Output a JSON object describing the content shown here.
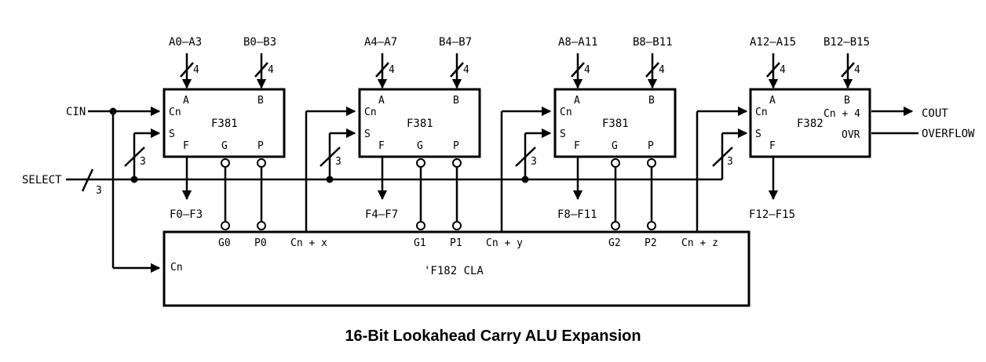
{
  "caption": "16-Bit Lookahead Carry ALU Expansion",
  "chips": [
    {
      "name": "F381",
      "pins": {
        "a": "A",
        "b": "B",
        "cn": "Cn",
        "s": "S",
        "f": "F",
        "g": "G",
        "p": "P"
      },
      "a_bus": "A0–A3",
      "b_bus": "B0–B3",
      "f_bus": "F0–F3",
      "a_width": "4",
      "b_width": "4",
      "sel_width": "3"
    },
    {
      "name": "F381",
      "pins": {
        "a": "A",
        "b": "B",
        "cn": "Cn",
        "s": "S",
        "f": "F",
        "g": "G",
        "p": "P"
      },
      "a_bus": "A4–A7",
      "b_bus": "B4–B7",
      "f_bus": "F4–F7",
      "a_width": "4",
      "b_width": "4",
      "sel_width": "3"
    },
    {
      "name": "F381",
      "pins": {
        "a": "A",
        "b": "B",
        "cn": "Cn",
        "s": "S",
        "f": "F",
        "g": "G",
        "p": "P"
      },
      "a_bus": "A8–A11",
      "b_bus": "B8–B11",
      "f_bus": "F8–F11",
      "a_width": "4",
      "b_width": "4",
      "sel_width": "3"
    },
    {
      "name": "F382",
      "pins": {
        "a": "A",
        "b": "B",
        "cn": "Cn",
        "s": "S",
        "f": "F",
        "cn4": "Cn + 4",
        "ovr": "OVR"
      },
      "a_bus": "A12–A15",
      "b_bus": "B12–B15",
      "f_bus": "F12–F15",
      "a_width": "4",
      "b_width": "4",
      "sel_width": "3"
    }
  ],
  "cla": {
    "name": "'F182 CLA",
    "cn": "Cn",
    "pins": [
      "G0",
      "P0",
      "Cn + x",
      "G1",
      "P1",
      "Cn + y",
      "G2",
      "P2",
      "Cn + z"
    ]
  },
  "inputs": {
    "cin": "CIN",
    "select": "SELECT",
    "select_width": "3"
  },
  "outputs": {
    "cout": "COUT",
    "overflow": "OVERFLOW"
  }
}
